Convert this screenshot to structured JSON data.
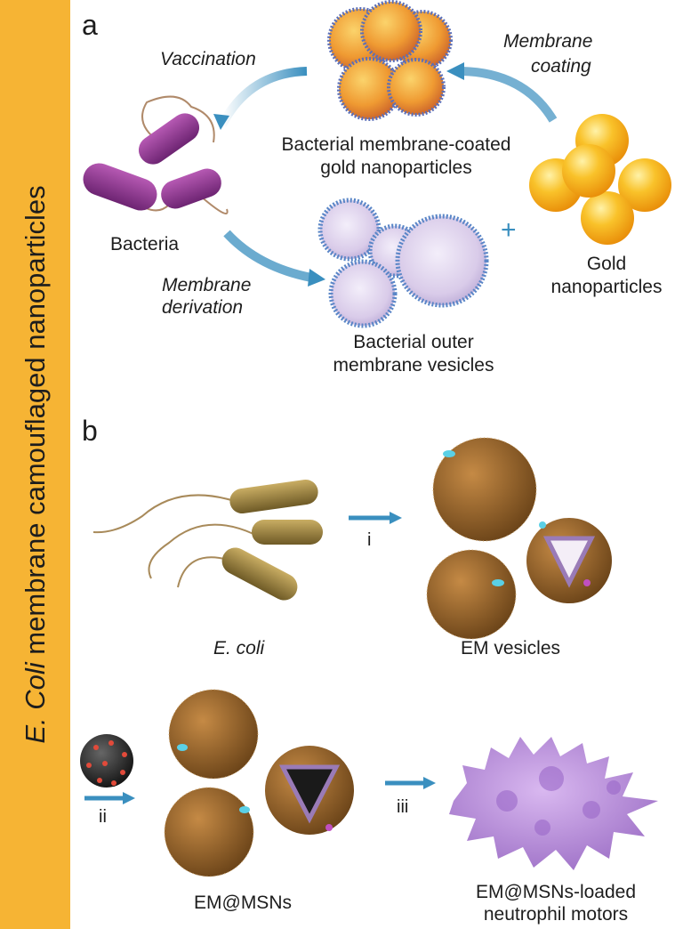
{
  "sidebar": {
    "title_italic": "E. Coli",
    "title_rest": " membrane camouflaged nanoparticles"
  },
  "panel_a": {
    "letter": "a",
    "vaccination": "Vaccination",
    "membrane_coating_1": "Membrane",
    "membrane_coating_2": "coating",
    "coated_np_1": "Bacterial membrane-coated",
    "coated_np_2": "gold nanoparticles",
    "bacteria": "Bacteria",
    "membrane_derivation_1": "Membrane",
    "membrane_derivation_2": "derivation",
    "gold_1": "Gold",
    "gold_2": "nanoparticles",
    "vesicles_1": "Bacterial outer",
    "vesicles_2": "membrane vesicles",
    "plus": "+"
  },
  "panel_b": {
    "letter": "b",
    "ecoli": "E. coli",
    "step_i": "i",
    "em_vesicles": "EM vesicles",
    "step_ii": "ii",
    "em_msns": "EM@MSNs",
    "step_iii": "iii",
    "motors_1": "EM@MSNs-loaded",
    "motors_2": "neutrophil motors"
  },
  "colors": {
    "sidebar": "#f6b434",
    "arrow": "#3a8fbf",
    "gold": "#f7b61e",
    "bacteria_purple": "#8e3b8f",
    "ecoli_brown": "#a08743",
    "membrane_brown": "#9a6a2e",
    "neutrophil": "#b58ad6"
  }
}
